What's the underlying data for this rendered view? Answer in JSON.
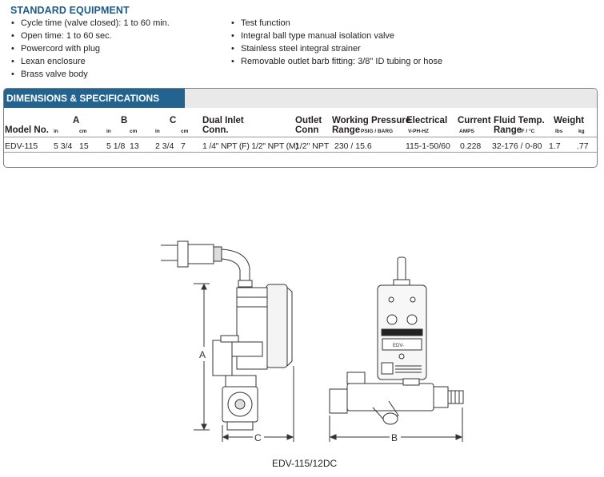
{
  "standard_equipment": {
    "title": "STANDARD EQUIPMENT",
    "left_items": [
      "Cycle time (valve closed): 1 to 60 min.",
      "Open time: 1 to 60 sec.",
      "Powercord with plug",
      "Lexan enclosure",
      "Brass valve body"
    ],
    "right_items": [
      "Test function",
      "Integral ball type manual isolation valve",
      "Stainless steel integral strainer",
      "Removable outlet barb fitting: 3/8\" ID tubing or hose"
    ]
  },
  "specs": {
    "title": "DIMENSIONS & SPECIFICATIONS",
    "headers": {
      "model": "Model No.",
      "a": "A",
      "b": "B",
      "c": "C",
      "unit_in": "in",
      "unit_cm": "cm",
      "dual_inlet_1": "Dual Inlet",
      "dual_inlet_2": "Conn.",
      "outlet_1": "Outlet",
      "outlet_2": "Conn",
      "working_1": "Working Pressure",
      "working_2": "Range",
      "working_unit": "PSIG / BARG",
      "electrical": "Electrical",
      "electrical_unit": "V-PH-HZ",
      "current": "Current",
      "current_unit": "AMPS",
      "fluid_1": "Fluid Temp.",
      "fluid_2": "Range",
      "fluid_unit": "°F / °C",
      "weight": "Weight",
      "weight_lbs": "lbs",
      "weight_kg": "kg"
    },
    "row": {
      "model": "EDV-115",
      "a_in": "5 3/4",
      "a_cm": "15",
      "b_in": "5 1/8",
      "b_cm": "13",
      "c_in": "2 3/4",
      "c_cm": "7",
      "inlet": "1 /4\" NPT (F) 1/2\" NPT (M)",
      "outlet": "1/2\" NPT",
      "pressure": "230 / 15.6",
      "electrical": "115-1-50/60",
      "current": "0.228",
      "fluid": "32-176 / 0-80",
      "lbs": "1.7",
      "kg": ".77"
    }
  },
  "drawing": {
    "dim_a": "A",
    "dim_b": "B",
    "dim_c": "C",
    "panel_label": "EDV-",
    "caption": "EDV-115/12DC"
  }
}
